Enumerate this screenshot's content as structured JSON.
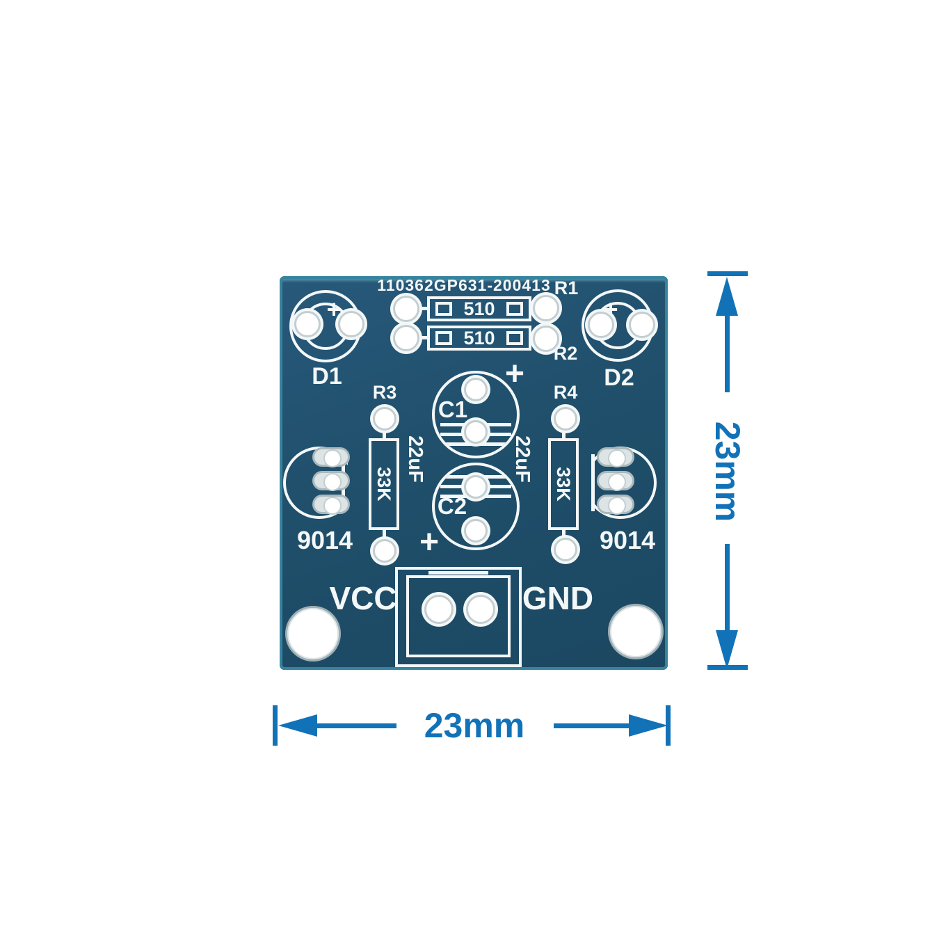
{
  "colors": {
    "background": "#ffffff",
    "board_face": "#20506c",
    "board_edge_highlight": "#3a8aa2",
    "silkscreen": "#f3f7f7",
    "pad_ring": "#c3ced1",
    "dimension_blue": "#1272b8"
  },
  "pcb": {
    "serial": "110362GP631-200413",
    "refs": {
      "r1": "R1",
      "r2": "R2",
      "r3": "R3",
      "r4": "R4",
      "d1": "D1",
      "d2": "D2",
      "c1": "C1",
      "c2": "C2"
    },
    "values": {
      "top_resistors": "510",
      "side_resistors": "33K",
      "capacitors": "22uF",
      "transistors": "9014"
    },
    "power": {
      "vcc": "VCC",
      "gnd": "GND"
    },
    "polarity_mark": "+"
  },
  "dimensions": {
    "width_label": "23mm",
    "height_label": "23mm"
  }
}
